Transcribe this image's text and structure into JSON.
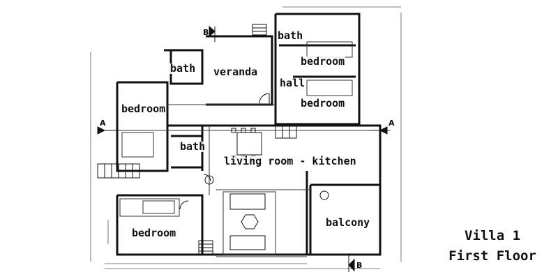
{
  "plan": {
    "rooms": {
      "bath_top": "bath",
      "bedroom_top_1": "bedroom",
      "bath_left": "bath",
      "veranda": "veranda",
      "hall": "hall",
      "bedroom_top_2": "bedroom",
      "bedroom_left": "bedroom",
      "bath_center": "bath",
      "living_kitchen": "living room - kitchen",
      "bedroom_bottom": "bedroom",
      "balcony": "balcony"
    },
    "section_marks": {
      "a_left": "A",
      "a_right": "A",
      "b_top": "B",
      "b_bottom": "B"
    }
  },
  "title": {
    "line1": "Villa 1",
    "line2": "First Floor"
  }
}
